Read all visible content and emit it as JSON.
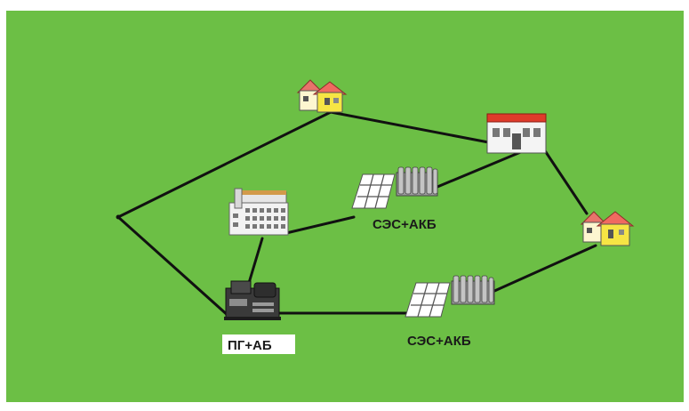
{
  "diagram": {
    "background_color": "#6cbf45",
    "border_color": "#ffffff",
    "line_color": "#111111",
    "labels": {
      "solar_upper": "СЭС+АКБ",
      "solar_lower": "СЭС+АКБ",
      "generator": "ПГ+АБ"
    },
    "icons": {
      "house_top": "house-icon",
      "house_right": "house-icon",
      "building_top_right": "industrial-building-icon",
      "building_center": "multi-storey-building-icon",
      "generator": "generator-icon",
      "solar_upper": "solar-panel-icon",
      "battery_upper": "battery-bank-icon",
      "solar_lower": "solar-panel-icon",
      "battery_lower": "battery-bank-icon"
    }
  }
}
